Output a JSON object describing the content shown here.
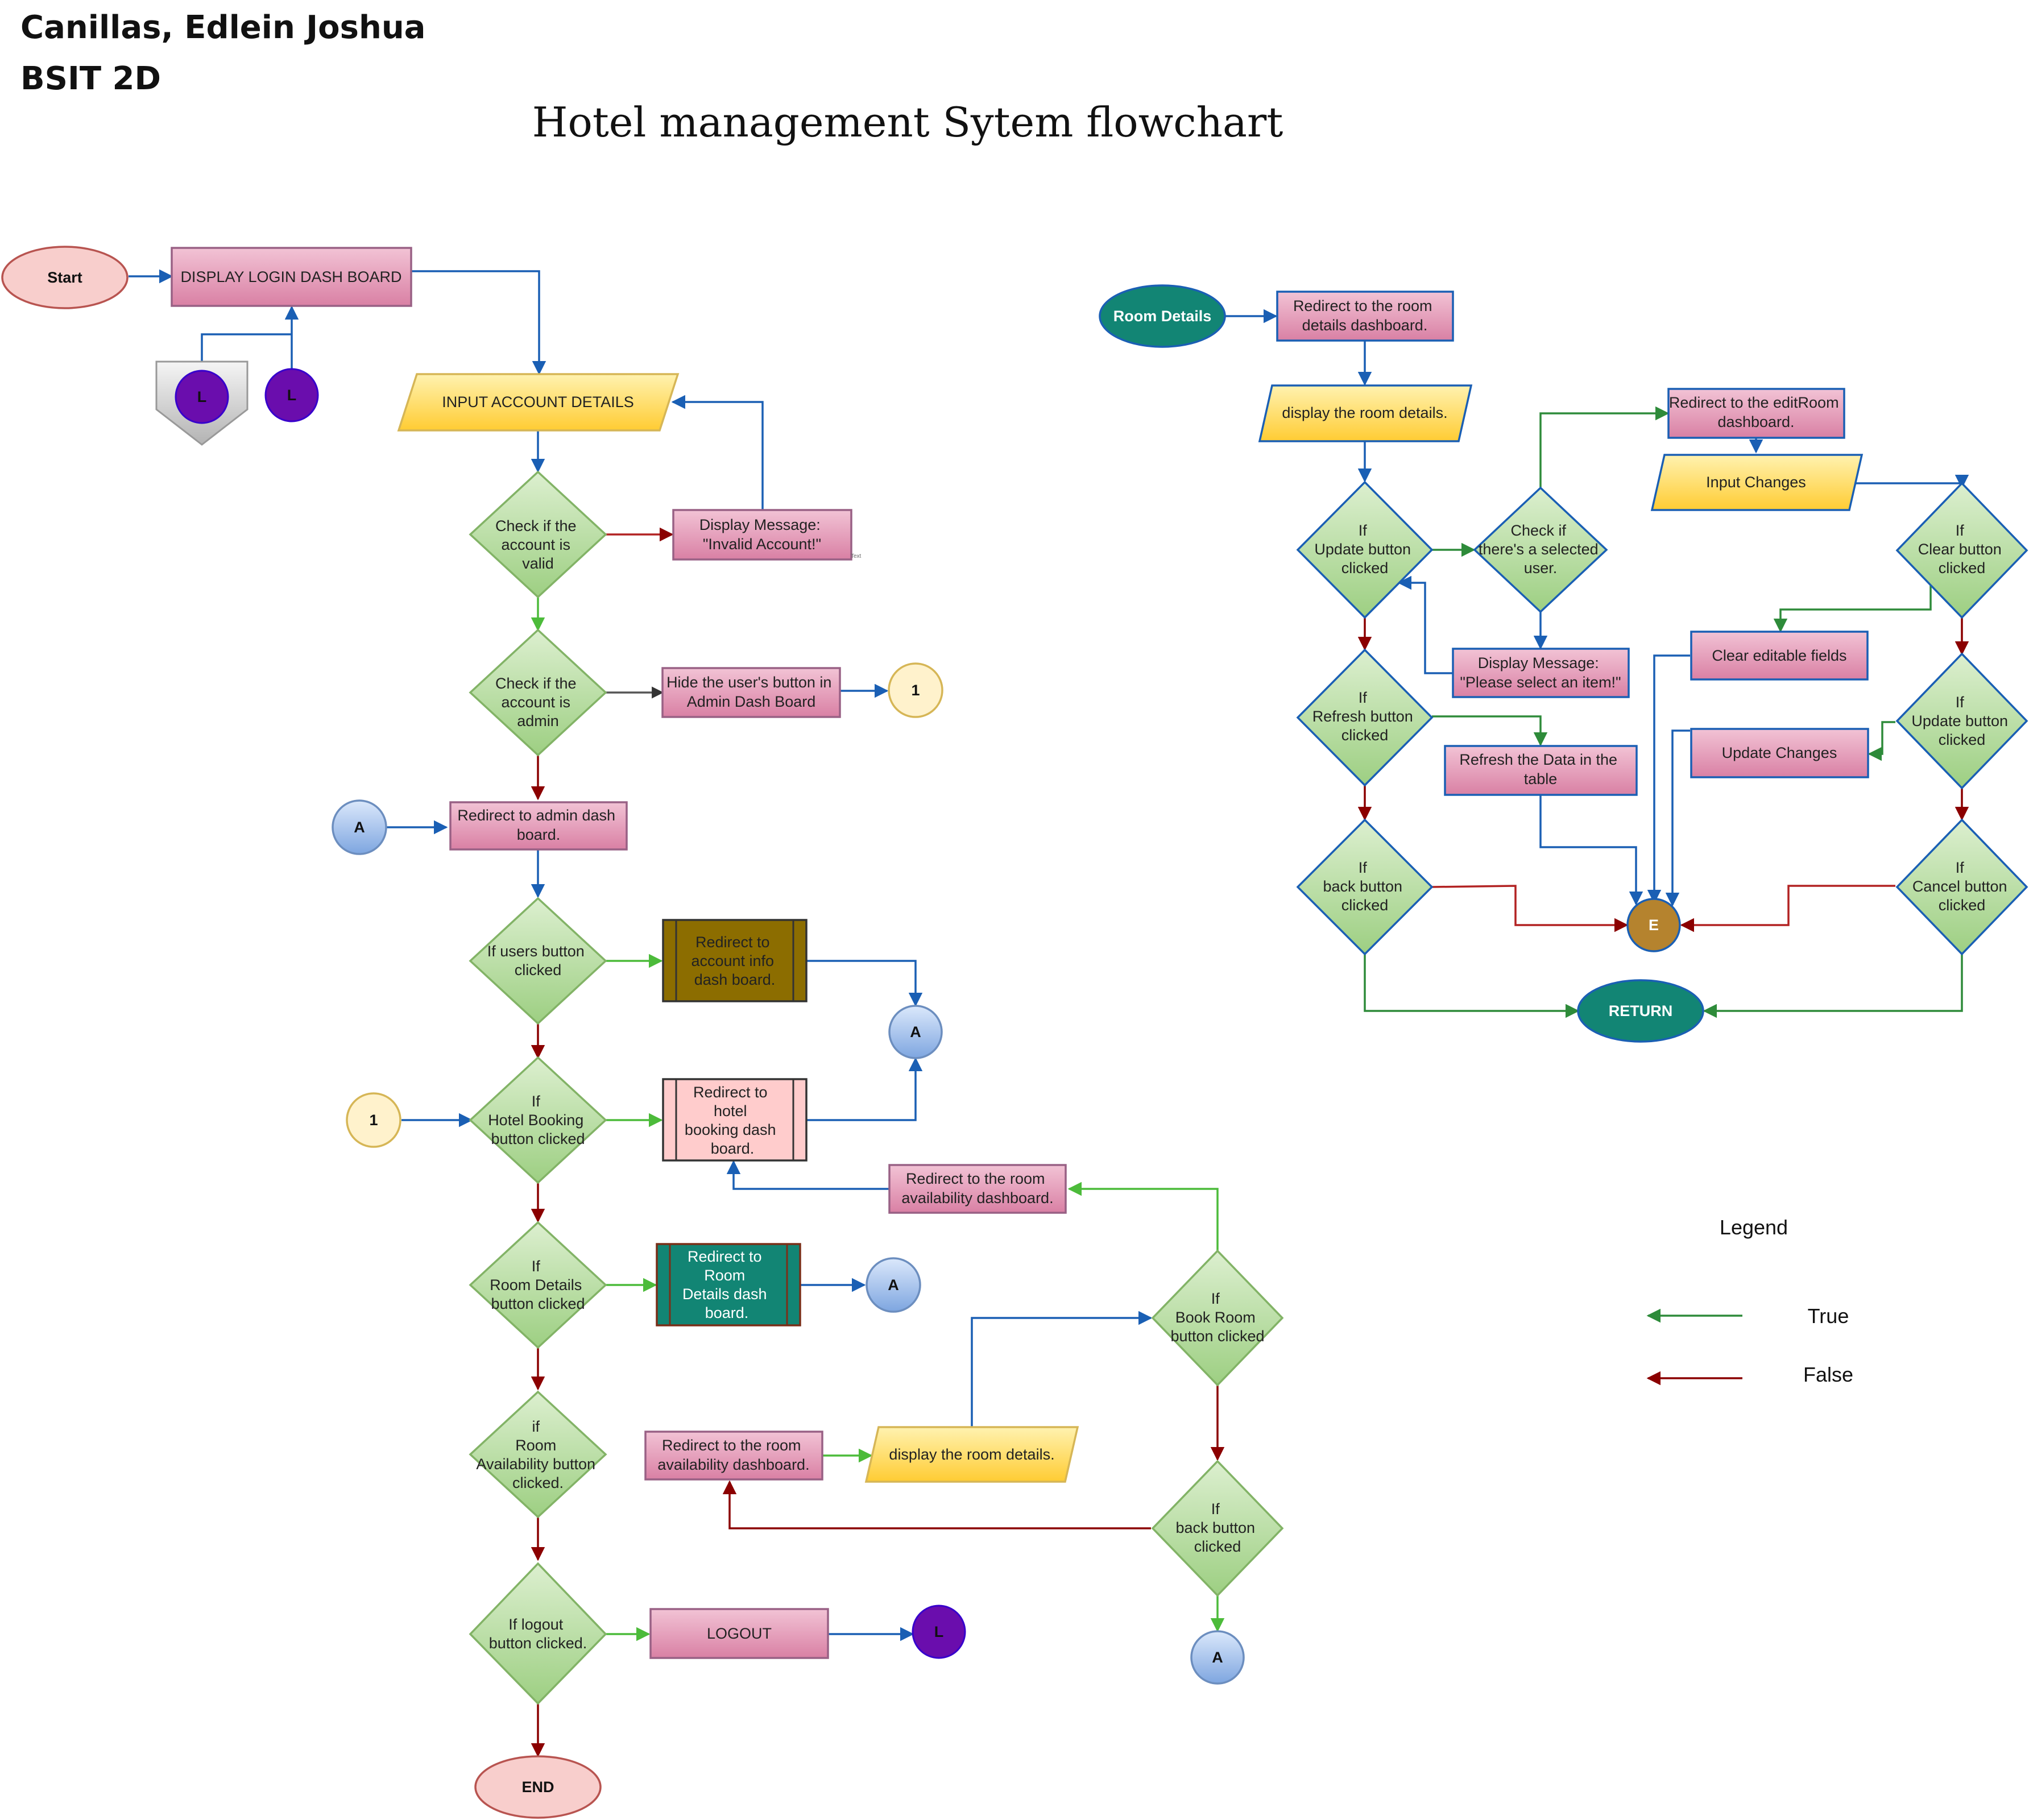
{
  "header": {
    "author": "Canillas, Edlein Joshua",
    "section": "BSIT 2D",
    "title": "Hotel management Sytem flowchart"
  },
  "colors": {
    "blue_line": "#1a5fb4",
    "green_line": "#2e8b3a",
    "red_line": "#8b0000",
    "pink_box": "#e6a8c0",
    "green_decision": "#b5dba0",
    "yellow_io": "#ffd966",
    "teal": "#128574",
    "purple": "#6a0dad"
  },
  "main_flow": {
    "start": "Start",
    "display_login": "DISPLAY LOGIN DASH BOARD",
    "connector_l_offpage": "L",
    "connector_l": "L",
    "input_account": "INPUT ACCOUNT DETAILS",
    "check_valid": [
      "Check if the",
      "account is",
      "valid"
    ],
    "invalid_msg": [
      "Display Message:",
      "\"Invalid Account!\""
    ],
    "tiny_text": "Text",
    "check_admin": [
      "Check if the",
      "account is",
      "admin"
    ],
    "hide_user_btn": [
      "Hide the user's button in",
      "Admin Dash Board"
    ],
    "connector_1_right": "1",
    "connector_a_left": "A",
    "redirect_admin": [
      "Redirect to admin dash",
      "board."
    ],
    "users_btn": [
      "If users button",
      "clicked"
    ],
    "redirect_account_info": [
      "Redirect to",
      "account info",
      "dash board."
    ],
    "connector_a_mid": "A",
    "connector_1_left": "1",
    "hotel_booking_btn": [
      "If",
      "Hotel Booking",
      "button clicked"
    ],
    "redirect_hotel_booking": [
      "Redirect to",
      "hotel",
      "booking dash",
      "board."
    ],
    "redirect_room_avail_upper": [
      "Redirect to the room",
      "availability dashboard."
    ],
    "room_details_btn": [
      "If",
      "Room Details",
      "button  clicked"
    ],
    "redirect_room_details": [
      "Redirect to",
      "Room",
      "Details dash",
      "board."
    ],
    "connector_a_room": "A",
    "book_room_btn": [
      "If",
      "Book Room",
      "button clicked"
    ],
    "room_avail_btn": [
      "if",
      "Room",
      "Availability button",
      "clicked."
    ],
    "redirect_room_avail_lower": [
      "Redirect to the room",
      "availability dashboard."
    ],
    "display_room_details_lower": "display the room details.",
    "back_btn_lower": [
      "If",
      "back button",
      "clicked"
    ],
    "connector_a_bottom": "A",
    "logout_btn": [
      "If logout",
      "button clicked."
    ],
    "logout": "LOGOUT",
    "connector_l_bottom": "L",
    "end": "END"
  },
  "room_details_flow": {
    "start": "Room Details",
    "redirect_room_details": [
      "Redirect to the room",
      "details dashboard."
    ],
    "display_room_details": "display the room details.",
    "update_btn": [
      "If",
      "Update button",
      "clicked"
    ],
    "check_selected": [
      "Check if",
      "there's a selected",
      "user."
    ],
    "redirect_edit_room": [
      "Redirect to the editRoom",
      "dashboard."
    ],
    "input_changes": "Input Changes",
    "clear_btn": [
      "If",
      "Clear button",
      "clicked"
    ],
    "select_item_msg": [
      "Display Message:",
      "\"Please select an item!\""
    ],
    "clear_fields": "Clear editable fields",
    "refresh_btn": [
      "If",
      "Refresh button",
      "clicked"
    ],
    "refresh_data": [
      "Refresh the Data in the",
      "table"
    ],
    "update_btn_2": [
      "If",
      "Update button",
      "clicked"
    ],
    "update_changes": "Update Changes",
    "back_btn": [
      "If",
      "back button",
      "clicked"
    ],
    "connector_e": "E",
    "cancel_btn": [
      "If",
      "Cancel button",
      "clicked"
    ],
    "return": "RETURN"
  },
  "legend": {
    "title": "Legend",
    "true_label": "True",
    "false_label": "False"
  }
}
